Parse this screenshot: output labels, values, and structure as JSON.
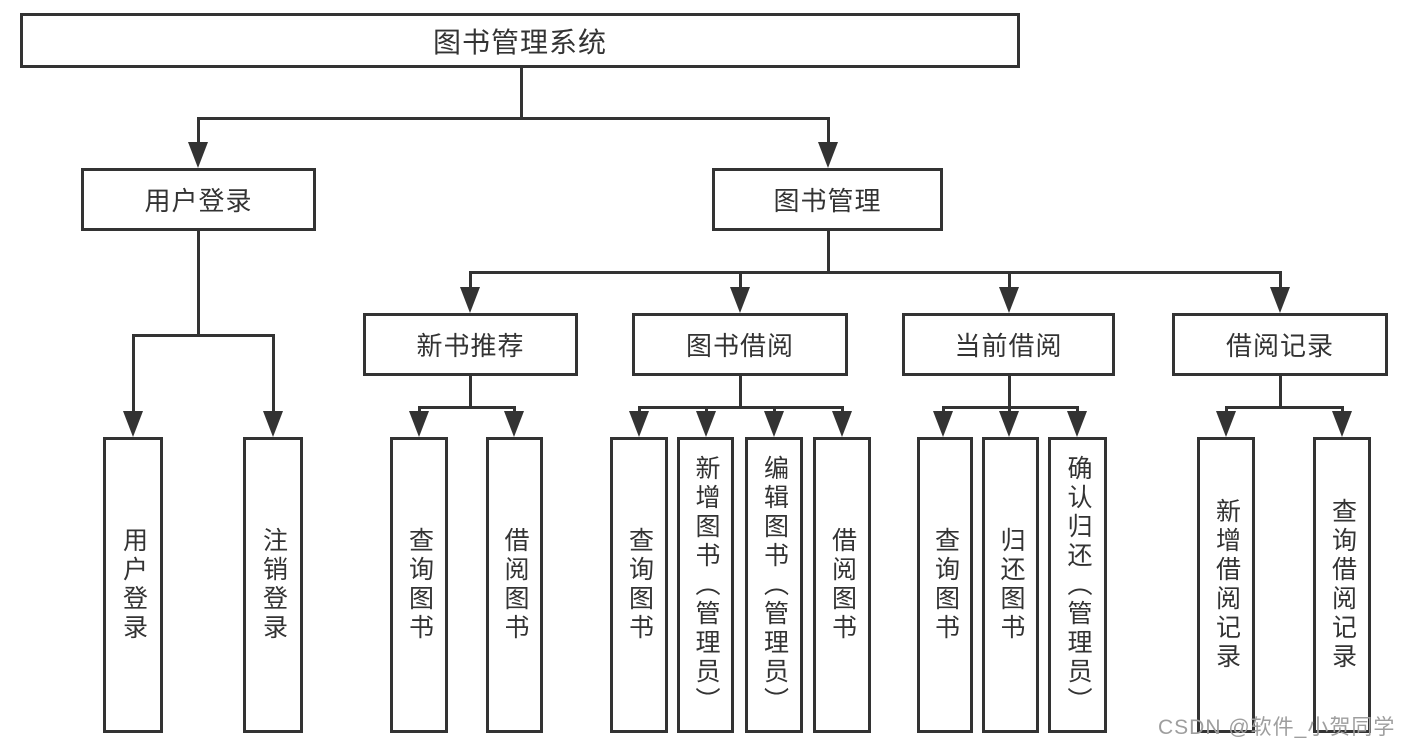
{
  "title": "图书管理系统",
  "watermark": "CSDN @软件_小贺同学",
  "colors": {
    "line": "#333333",
    "box_border": "#333333",
    "text": "#333333",
    "background": "#ffffff",
    "watermark": "#9e9e9e"
  },
  "nodes": [
    {
      "id": "root",
      "label": "图书管理系统",
      "level": 1
    },
    {
      "id": "user-login",
      "label": "用户登录",
      "level": 2,
      "parent": "root"
    },
    {
      "id": "book-mgmt",
      "label": "图书管理",
      "level": 2,
      "parent": "root"
    },
    {
      "id": "new-book-recommend",
      "label": "新书推荐",
      "level": 3,
      "parent": "book-mgmt"
    },
    {
      "id": "book-borrow",
      "label": "图书借阅",
      "level": 3,
      "parent": "book-mgmt"
    },
    {
      "id": "current-borrow",
      "label": "当前借阅",
      "level": 3,
      "parent": "book-mgmt"
    },
    {
      "id": "borrow-record",
      "label": "借阅记录",
      "level": 3,
      "parent": "book-mgmt"
    },
    {
      "id": "leaf-user-login",
      "label": "用户登录",
      "level": 4,
      "parent": "user-login",
      "vertical": true
    },
    {
      "id": "leaf-logout",
      "label": "注销登录",
      "level": 4,
      "parent": "user-login",
      "vertical": true
    },
    {
      "id": "leaf-query-book-1",
      "label": "查询图书",
      "level": 4,
      "parent": "new-book-recommend",
      "vertical": true
    },
    {
      "id": "leaf-borrow-book-1",
      "label": "借阅图书",
      "level": 4,
      "parent": "new-book-recommend",
      "vertical": true
    },
    {
      "id": "leaf-query-book-2",
      "label": "查询图书",
      "level": 4,
      "parent": "book-borrow",
      "vertical": true
    },
    {
      "id": "leaf-add-book",
      "label": "新增图书（管理员）",
      "level": 4,
      "parent": "book-borrow",
      "vertical": true
    },
    {
      "id": "leaf-edit-book",
      "label": "编辑图书（管理员）",
      "level": 4,
      "parent": "book-borrow",
      "vertical": true
    },
    {
      "id": "leaf-borrow-book-2",
      "label": "借阅图书",
      "level": 4,
      "parent": "book-borrow",
      "vertical": true
    },
    {
      "id": "leaf-query-book-3",
      "label": "查询图书",
      "level": 4,
      "parent": "current-borrow",
      "vertical": true
    },
    {
      "id": "leaf-return-book",
      "label": "归还图书",
      "level": 4,
      "parent": "current-borrow",
      "vertical": true
    },
    {
      "id": "leaf-confirm-return",
      "label": "确认归还（管理员）",
      "level": 4,
      "parent": "current-borrow",
      "vertical": true
    },
    {
      "id": "leaf-add-borrow-record",
      "label": "新增借阅记录",
      "level": 4,
      "parent": "borrow-record",
      "vertical": true
    },
    {
      "id": "leaf-query-borrow-record",
      "label": "查询借阅记录",
      "level": 4,
      "parent": "borrow-record",
      "vertical": true
    }
  ]
}
